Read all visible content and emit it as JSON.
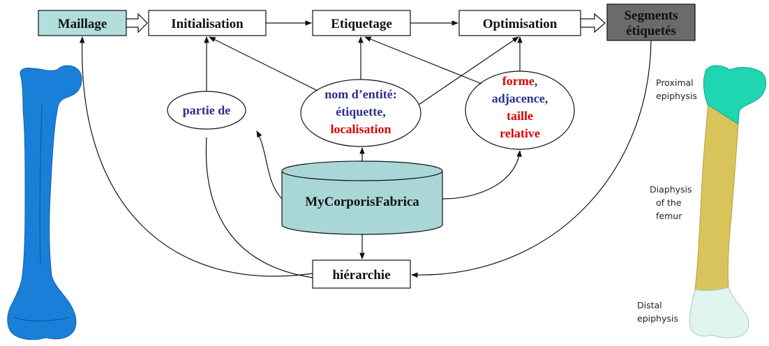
{
  "colors": {
    "bone_left": "#1a7fd9",
    "proximal": "#1fd6b0",
    "diaphysis": "#d9c45c",
    "distal": "#dff5ee",
    "maillage_fill": "#b3dede",
    "segments_fill": "#6b6b6b",
    "db_fill": "#a9d7d7",
    "blue_text": "#2b2f8f",
    "red_text": "#e00000"
  },
  "steps": {
    "maillage": "Maillage",
    "initialisation": "Initialisation",
    "etiquetage": "Etiquetage",
    "optimisation": "Optimisation",
    "segments_line1": "Segments",
    "segments_line2": "étiquetés"
  },
  "knowledge": {
    "partie_de": "partie de",
    "entity_line1": "nom d’entité:",
    "entity_line2": "étiquette,",
    "entity_line3": "localisation",
    "forme": "forme",
    "comma": ",",
    "adjacence": "adjacence,",
    "taille": "taille",
    "relative": "relative",
    "database": "MyCorporisFabrica",
    "hierarchie": "hiérarchie"
  },
  "femur_labels": {
    "proximal_line1": "Proximal",
    "proximal_line2": "epiphysis",
    "diaphysis_line1": "Diaphysis",
    "diaphysis_line2": "of the",
    "diaphysis_line3": "femur",
    "distal_line1": "Distal",
    "distal_line2": "epiphysis"
  }
}
